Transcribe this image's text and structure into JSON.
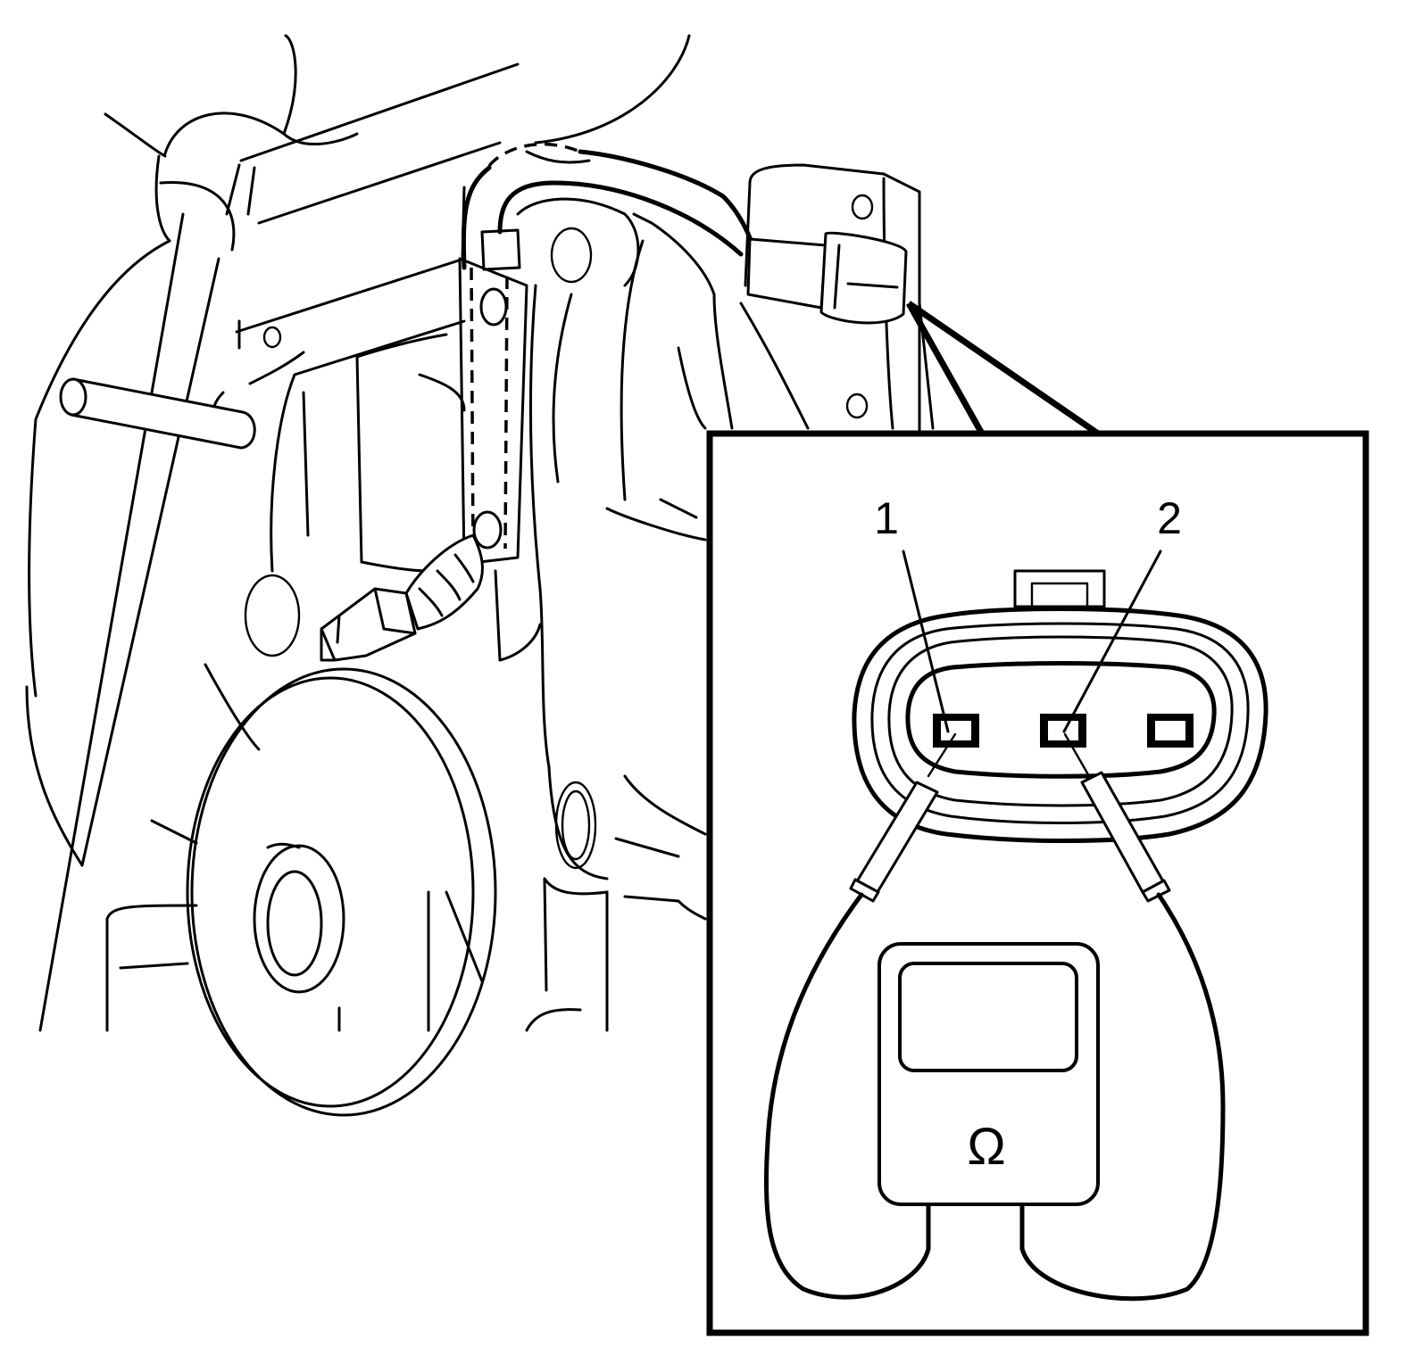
{
  "diagram": {
    "callouts": [
      {
        "id": "pin-1",
        "label": "1"
      },
      {
        "id": "pin-2",
        "label": "2"
      }
    ],
    "meter_symbol": "Ω",
    "meter_icon": "ohmmeter-icon",
    "colors": {
      "line": "#000000",
      "background": "#ffffff"
    }
  }
}
